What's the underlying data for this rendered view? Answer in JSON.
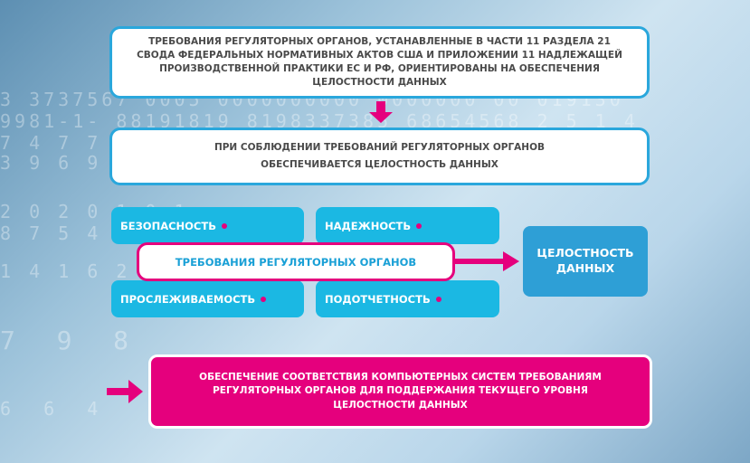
{
  "top_box": "ТРЕБОВАНИЯ РЕГУЛЯТОРНЫХ ОРГАНОВ, УСТАНАВЛЕННЫЕ В ЧАСТИ 11 РАЗДЕЛА 21 СВОДА ФЕДЕРАЛЬНЫХ НОРМАТИВНЫХ АКТОВ США И ПРИЛОЖЕНИИ 11 НАДЛЕЖАЩЕЙ ПРОИЗВОДСТВЕННОЙ ПРАКТИКИ ЕС и РФ, ОРИЕНТИРОВАНЫ НА ОБЕСПЕЧЕНИЯ ЦЕЛОСТНОСТИ ДАННЫХ",
  "second_box_line1": "ПРИ СОБЛЮДЕНИИ ТРЕБОВАНИЙ РЕГУЛЯТОРНЫХ ОРГАНОВ",
  "second_box_line2": "ОБЕСПЕЧИВАЕТСЯ ЦЕЛОСТНОСТЬ ДАННЫХ",
  "attributes": {
    "security": "БЕЗОПАСНОСТЬ",
    "reliability": "НАДЕЖНОСТЬ",
    "traceability": "ПРОСЛЕЖИВАЕМОСТЬ",
    "accountability": "ПОДОТЧЕТНОСТЬ"
  },
  "center_box": "ТРЕБОВАНИЯ РЕГУЛЯТОРНЫХ ОРГАНОВ",
  "result_line1": "ЦЕЛОСТНОСТЬ",
  "result_line2": "ДАННЫХ",
  "bottom_box_line1": "ОБЕСПЕЧЕНИЕ СООТВЕТСТВИЯ КОМПЬЮТЕРНЫХ СИСТЕМ ТРЕБОВАНИЯМ",
  "bottom_box_line2": "РЕГУЛЯТОРНЫХ ОРГАНОВ ДЛЯ ПОДДЕРЖАНИЯ ТЕКУЩЕГО УРОВНЯ",
  "bottom_box_line3": "ЦЕЛОСТНОСТИ ДАННЫХ",
  "colors": {
    "cyan": "#1bb8e3",
    "magenta": "#e5007d",
    "blue": "#2e9fd6"
  }
}
